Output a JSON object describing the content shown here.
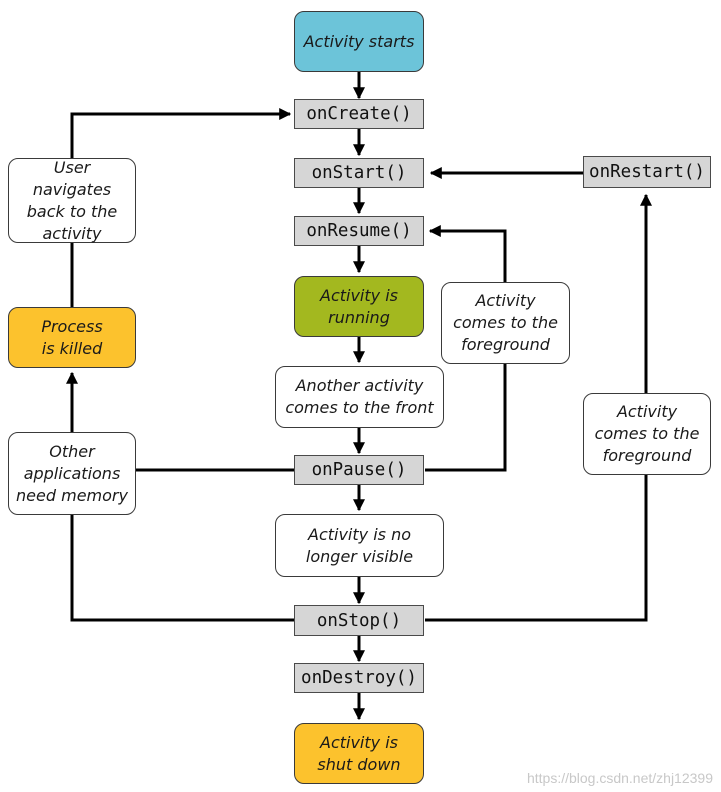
{
  "colors": {
    "start_fill": "#6cc4d9",
    "running_fill": "#a3b81f",
    "warning_fill": "#fcc22d",
    "method_fill": "#d6d6d6",
    "edge": "#000000"
  },
  "nodes": {
    "activity_starts": "Activity starts",
    "on_create": "onCreate()",
    "on_start": "onStart()",
    "on_restart": "onRestart()",
    "on_resume": "onResume()",
    "activity_running": "Activity is\nrunning",
    "another_activity": "Another activity\ncomes to the front",
    "on_pause": "onPause()",
    "no_longer_visible": "Activity is no\nlonger visible",
    "on_stop": "onStop()",
    "on_destroy": "onDestroy()",
    "shut_down": "Activity is\nshut down",
    "user_navigates": "User navigates\nback to the\nactivity",
    "process_killed": "Process\nis killed",
    "other_apps": "Other\napplications\nneed memory",
    "foreground_resume": "Activity\ncomes to the\nforeground",
    "foreground_restart": "Activity\ncomes to the\nforeground"
  },
  "watermark": "https://blog.csdn.net/zhj12399"
}
